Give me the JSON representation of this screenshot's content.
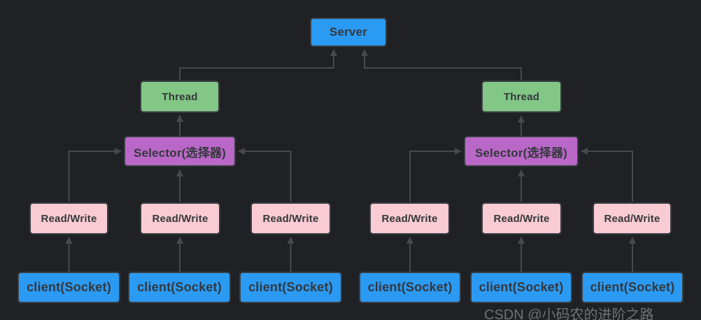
{
  "diagram": {
    "server": {
      "label": "Server"
    },
    "threads": [
      {
        "label": "Thread"
      },
      {
        "label": "Thread"
      }
    ],
    "selectors": [
      {
        "label": "Selector(选择器)"
      },
      {
        "label": "Selector(选择器)"
      }
    ],
    "read_writes": [
      {
        "label": "Read/Write"
      },
      {
        "label": "Read/Write"
      },
      {
        "label": "Read/Write"
      },
      {
        "label": "Read/Write"
      },
      {
        "label": "Read/Write"
      },
      {
        "label": "Read/Write"
      }
    ],
    "clients": [
      {
        "label": "client(Socket)"
      },
      {
        "label": "client(Socket)"
      },
      {
        "label": "client(Socket)"
      },
      {
        "label": "client(Socket)"
      },
      {
        "label": "client(Socket)"
      },
      {
        "label": "client(Socket)"
      }
    ]
  },
  "watermark": {
    "text": "CSDN @小码农的进阶之路"
  },
  "colors": {
    "background": "#202124",
    "server_fill": "#2b9af3",
    "client_fill": "#2b9af3",
    "thread_fill": "#82c785",
    "selector_fill": "#ba68c8",
    "readwrite_fill": "#f9cbd2",
    "node_border": "#393e42",
    "node_text": "#34383c",
    "connector": "#47494e",
    "watermark_text": "#8b8b90"
  }
}
